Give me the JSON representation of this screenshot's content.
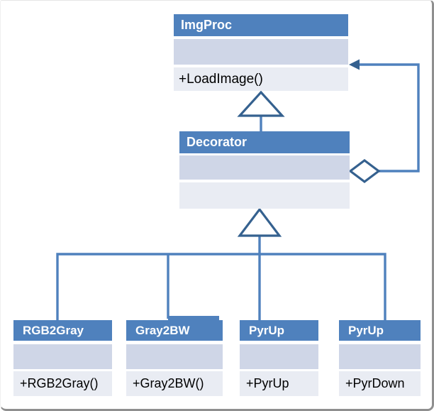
{
  "diagram": {
    "type": "uml-class-diagram",
    "classes": {
      "imgproc": {
        "name": "ImgProc",
        "attributes": "",
        "methods": "+LoadImage()"
      },
      "decorator": {
        "name": "Decorator",
        "attributes": "",
        "methods": ""
      },
      "rgb2gray": {
        "name": "RGB2Gray",
        "attributes": "",
        "methods": "+RGB2Gray()"
      },
      "gray2bw": {
        "name": "Gray2BW",
        "attributes": "",
        "methods": "+Gray2BW()"
      },
      "pyrup_a": {
        "name": "PyrUp",
        "attributes": "",
        "methods": "+PyrUp"
      },
      "pyrup_b": {
        "name": "PyrUp",
        "attributes": "",
        "methods": "+PyrDown"
      }
    },
    "relationships": [
      {
        "type": "inheritance",
        "from": "Decorator",
        "to": "ImgProc"
      },
      {
        "type": "inheritance",
        "from": "RGB2Gray",
        "to": "Decorator"
      },
      {
        "type": "inheritance",
        "from": "Gray2BW",
        "to": "Decorator"
      },
      {
        "type": "inheritance",
        "from": "PyrUp",
        "to": "Decorator"
      },
      {
        "type": "inheritance",
        "from": "PyrUp",
        "to": "Decorator"
      },
      {
        "type": "aggregation",
        "from": "Decorator",
        "to": "ImgProc"
      }
    ],
    "colors": {
      "header_fill": "#4F81BD",
      "attributes_band": "#CFD6E7",
      "methods_band": "#E9ECF3",
      "connector_line": "#4F81BD",
      "shape_outline": "#35618F",
      "header_text": "#FFFFFF",
      "method_text": "#000000",
      "frame_border": "#8F8F8F"
    }
  }
}
